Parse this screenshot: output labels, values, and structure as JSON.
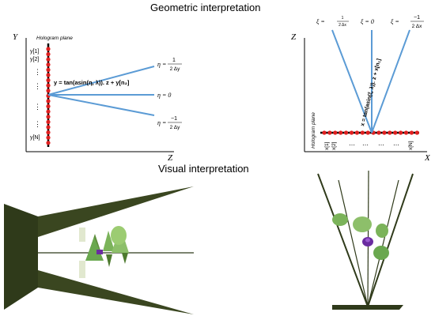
{
  "headings": {
    "geometric": "Geometric interpretation",
    "visual": "Visual interpretation"
  },
  "left_panel": {
    "y_axis_label": "Y",
    "z_axis_label": "Z",
    "hologram_label": "Hologram plane",
    "equation": "y = tan(asin(η, λ)). z + y[n₂]",
    "pixel_labels": [
      "y[1]",
      "y[2]",
      "⋮",
      "⋮",
      "⋮",
      "⋮",
      "y[N]"
    ],
    "eta_labels": [
      {
        "prefix": "η =",
        "num": "1",
        "den": "2 Δy"
      },
      {
        "prefix": "η = 0",
        "num": "",
        "den": ""
      },
      {
        "prefix": "η =",
        "num": "−1",
        "den": "2 Δy"
      }
    ]
  },
  "right_panel": {
    "z_axis_label": "Z",
    "x_axis_label": "X",
    "hologram_label": "Hologram plane",
    "equation": "x = tan(asin(ξ, λ)). z + x[n₁]",
    "pixel_labels": [
      "x[1]",
      "x[2]",
      "⋯",
      "⋯",
      "⋯",
      "⋯",
      "x[N]"
    ],
    "xi_labels": [
      {
        "prefix": "ξ =",
        "num": "1",
        "den": "2 Δx"
      },
      {
        "prefix": "ξ = 0",
        "num": "",
        "den": ""
      },
      {
        "prefix": "ξ =",
        "num": "−1",
        "den": "2 Δx"
      }
    ]
  },
  "colors": {
    "ray": "#5b9bd5",
    "pixel": "#e02020",
    "plane": "#000000",
    "prism": "#2f3a1a",
    "foliage": "#6aa84f",
    "flower": "#6a2ca0"
  }
}
